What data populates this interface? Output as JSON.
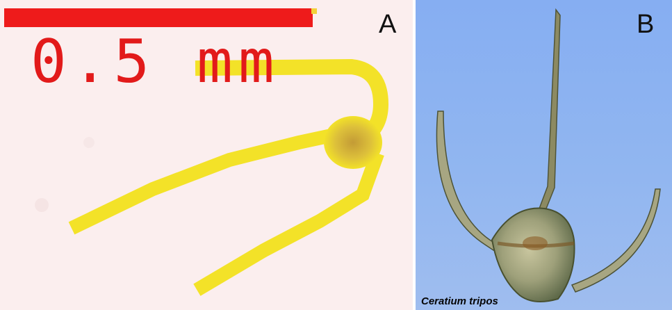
{
  "panel_a": {
    "letter": "A",
    "scale_label": "0.5 mm"
  },
  "panel_b": {
    "letter": "B",
    "caption": "Ceratium tripos"
  },
  "colors": {
    "scale_bar": "#ee1b1b",
    "organism_pixelated": "#f3e228",
    "organism_center": "#c9a33a",
    "panel_a_background": "#fbeeee",
    "panel_b_background": "#8fb3f0"
  }
}
